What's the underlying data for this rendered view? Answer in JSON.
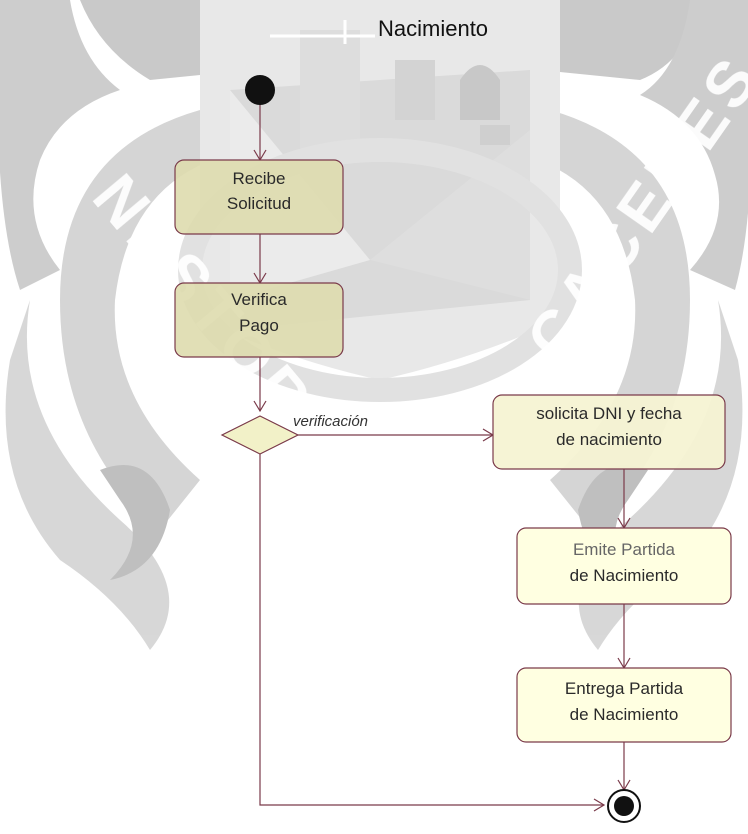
{
  "diagram": {
    "title": "Nacimiento",
    "guard_label": "verificación",
    "activities": {
      "recibe": [
        "Recibe",
        "Solicitud"
      ],
      "verifica": [
        "Verifica",
        "Pago"
      ],
      "solicita": [
        "solicita DNI y fecha",
        "de nacimiento"
      ],
      "emite": [
        "Emite Partida",
        "de Nacimiento"
      ],
      "entrega": [
        "Entrega Partida",
        "de Nacimiento"
      ]
    }
  },
  "watermark": {
    "left_word": "NESTOR",
    "right_word": "CACERES"
  },
  "colors": {
    "flow_line": "#7a3a4a",
    "activity_fill_dark": "#dedcae",
    "activity_fill_light": "#ffffe1",
    "activity_border": "#7a3a4a",
    "watermark_gray": "#b3b3b3",
    "watermark_light": "#c8c8c8"
  }
}
